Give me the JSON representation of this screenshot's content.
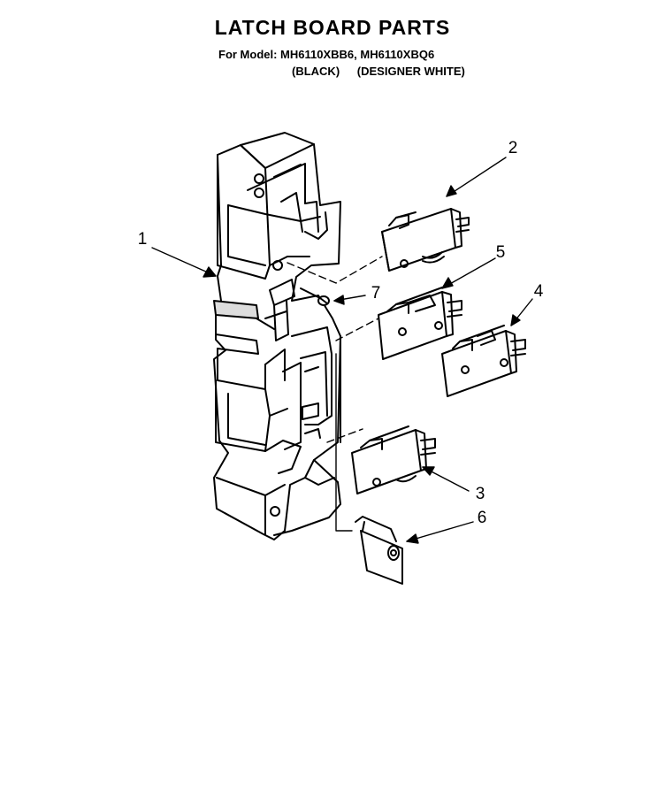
{
  "header": {
    "title": "LATCH BOARD PARTS",
    "for_model_line": "For Model: MH6110XBB6, MH6110XBQ6",
    "color_black": "(BLACK)",
    "color_white": "(DESIGNER WHITE)"
  },
  "callouts": {
    "c1": "1",
    "c2": "2",
    "c3": "3",
    "c4": "4",
    "c5": "5",
    "c6": "6",
    "c7": "7"
  }
}
